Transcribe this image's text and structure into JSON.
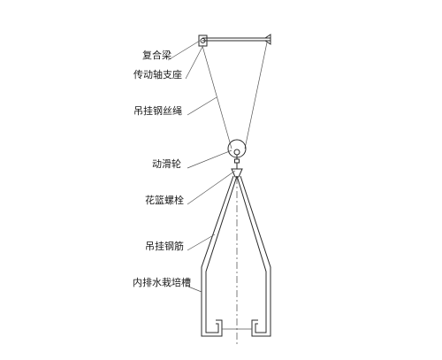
{
  "labels": {
    "composite_beam": "复合梁",
    "drive_shaft_support": "传动轴支座",
    "suspension_wire_rope": "吊挂钢丝绳",
    "movable_pulley": "动滑轮",
    "turnbuckle": "花篮螺栓",
    "suspension_steel_bar": "吊挂钢筋",
    "drainage_trough": "内排水栽培槽"
  },
  "colors": {
    "line": "#2a2a2a",
    "text": "#1a1a1a",
    "background": "#ffffff"
  }
}
